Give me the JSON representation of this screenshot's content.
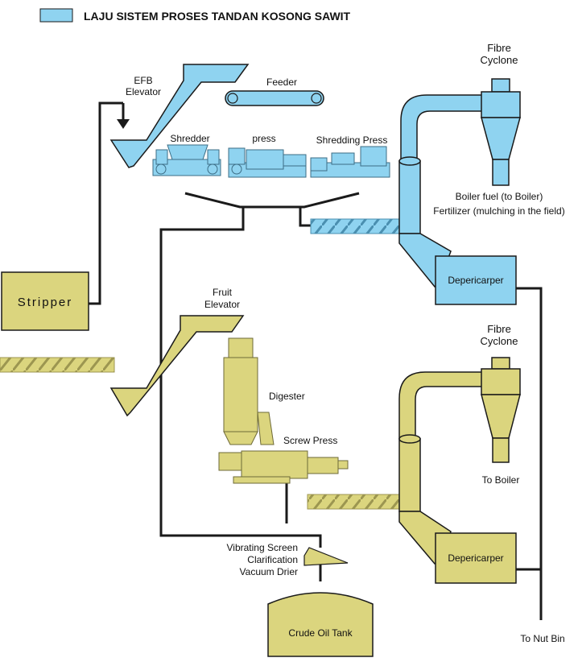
{
  "legend": {
    "title": "LAJU SISTEM PROSES TANDAN KOSONG SAWIT",
    "color": "#8fd3f0"
  },
  "colors": {
    "efb_line": "#8fd3f0",
    "fruit_line": "#dbd57e",
    "outline": "#1a1a1a",
    "pipe": "#1a1a1a"
  },
  "top_section": {
    "efb_elevator": [
      "EFB",
      "Elevator"
    ],
    "feeder": "Feeder",
    "shredder": "Shredder",
    "press": "press",
    "shredding_press": "Shredding Press",
    "fibre_cyclone": [
      "Fibre",
      "Cyclone"
    ],
    "outputs": [
      "Boiler fuel (to Boiler)",
      "Fertilizer (mulching in the field)"
    ],
    "depericarper": "Depericarper"
  },
  "bottom_section": {
    "stripper": "Stripper",
    "fruit_elevator": [
      "Fruit",
      "Elevator"
    ],
    "digester": "Digester",
    "screw_press": "Screw Press",
    "fibre_cyclone": [
      "Fibre",
      "Cyclone"
    ],
    "to_boiler": "To Boiler",
    "depericarper": "Depericarper",
    "vibrating_screen": [
      "Vibrating Screen",
      "Clarification",
      "Vacuum Drier"
    ],
    "crude_oil_tank": "Crude Oil Tank",
    "to_nut_bin": "To Nut Bin"
  }
}
